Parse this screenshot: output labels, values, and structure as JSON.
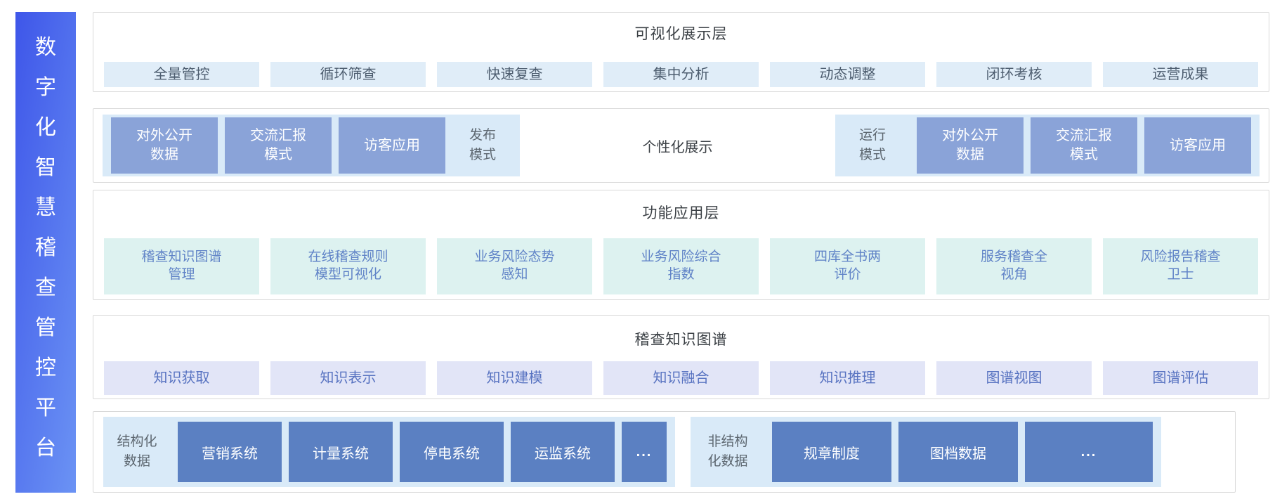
{
  "sidebar": {
    "title": "数字化智慧稽查管控平台",
    "chars": [
      "数",
      "字",
      "化",
      "智",
      "慧",
      "稽",
      "查",
      "管",
      "控",
      "平",
      "台"
    ]
  },
  "layers": {
    "visualization": {
      "title": "可视化展示层",
      "items": [
        "全量管控",
        "循环筛查",
        "快速复查",
        "集中分析",
        "动态调整",
        "闭环考核",
        "运营成果"
      ]
    },
    "display_modes": {
      "publish_group": {
        "boxes": [
          "对外公开\n数据",
          "交流汇报\n模式",
          "访客应用"
        ],
        "label": "发布\n模式"
      },
      "center_label": "个性化展示",
      "run_group": {
        "label": "运行\n模式",
        "boxes": [
          "对外公开\n数据",
          "交流汇报\n模式",
          "访客应用"
        ]
      }
    },
    "function_layer": {
      "title": "功能应用层",
      "items": [
        "稽查知识图谱\n管理",
        "在线稽查规则\n模型可视化",
        "业务风险态势\n感知",
        "业务风险综合\n指数",
        "四库全书两\n评价",
        "服务稽查全\n视角",
        "风险报告稽查\n卫士"
      ]
    },
    "knowledge_graph": {
      "title": "稽查知识图谱",
      "items": [
        "知识获取",
        "知识表示",
        "知识建模",
        "知识融合",
        "知识推理",
        "图谱视图",
        "图谱评估"
      ]
    },
    "data_layer": {
      "structured": {
        "label": "结构化\n数据",
        "boxes": [
          "营销系统",
          "计量系统",
          "停电系统",
          "运监系统",
          "..."
        ]
      },
      "unstructured": {
        "label": "非结构\n化数据",
        "boxes": [
          "规章制度",
          "图档数据",
          "..."
        ]
      }
    }
  },
  "colors": {
    "sidebar-grad-start": "#3e56e9",
    "sidebar-grad-end": "#6b93f4",
    "pill-blue": "#e0edf8",
    "pill-blue-text": "#4d5d6f",
    "pill-teal": "#ddf2f0",
    "pill-teal-text": "#6083c7",
    "pill-lavender": "#e2e5f7",
    "pill-lavender-text": "#5873c1",
    "group-bg": "#d9eaf8",
    "box-medium": "#8aa3d8",
    "box-dark": "#5b80c2",
    "label-gray": "#5d6770",
    "title-dark": "#3b4045",
    "card-border": "#d9d9d9"
  }
}
